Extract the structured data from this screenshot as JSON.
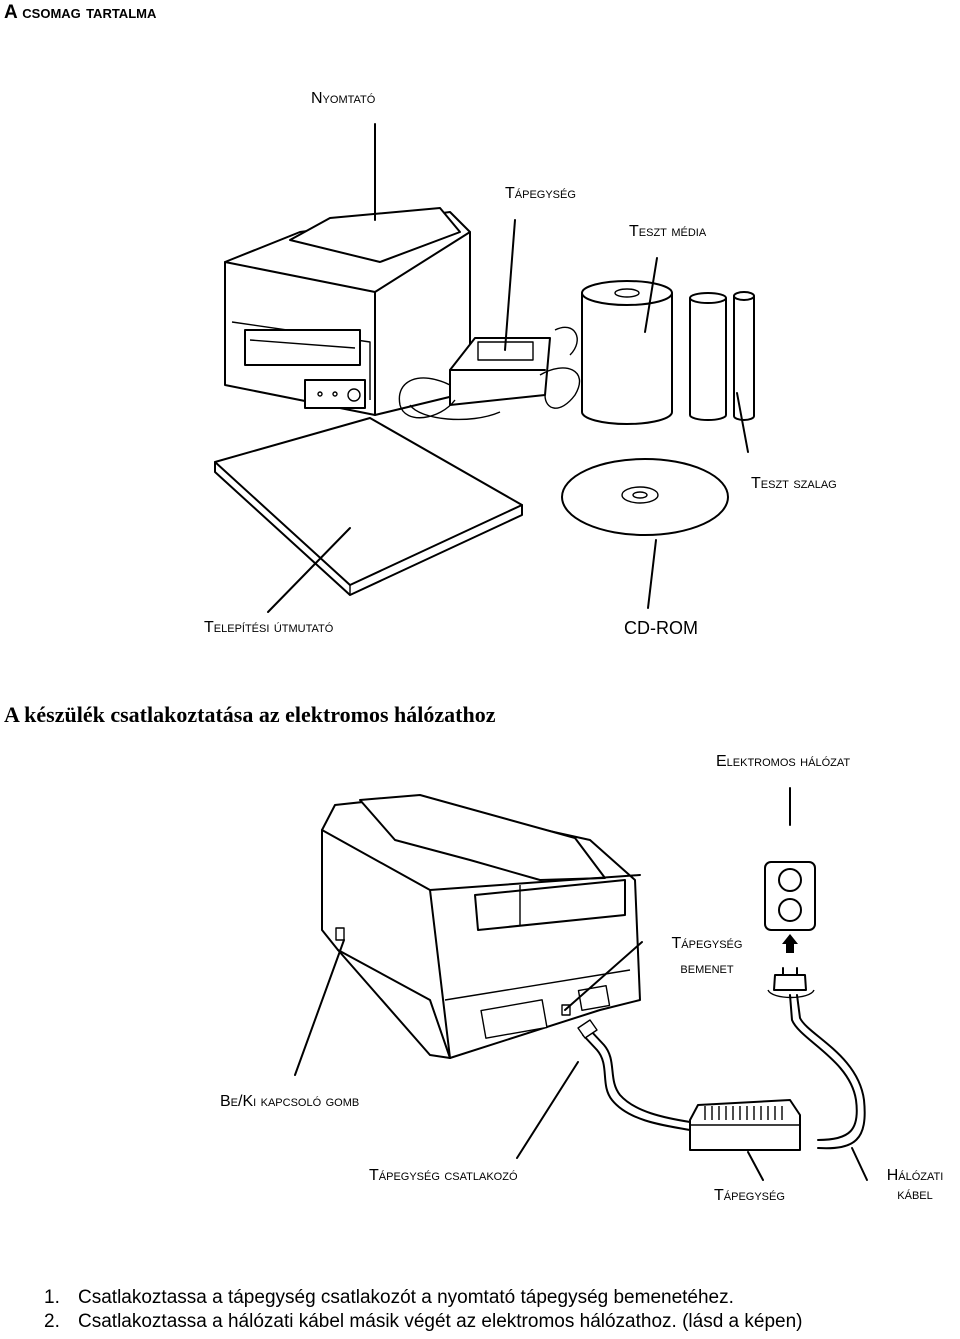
{
  "section1": {
    "title": "A csomag tartalma",
    "labels": {
      "printer": "Nyomtató",
      "power_supply": "Tápegység",
      "test_media": "Teszt média",
      "test_ribbon": "Teszt szalag",
      "install_guide": "Telepítési útmutató",
      "cdrom": "CD-ROM"
    }
  },
  "section2": {
    "title": "A készülék csatlakoztatása az elektromos hálózathoz",
    "labels": {
      "mains": "Elektromos hálózat",
      "power_input_line1": "Tápegység",
      "power_input_line2": "bemenet",
      "onoff_button": "Be/Ki kapcsoló gomb",
      "power_connector": "Tápegység csatlakozó",
      "power_supply": "Tápegység",
      "power_cable_line1": "Hálózati",
      "power_cable_line2": "kábel"
    }
  },
  "steps": [
    {
      "num": "1.",
      "text": "Csatlakoztassa a tápegység csatlakozót a nyomtató tápegység bemenetéhez."
    },
    {
      "num": "2.",
      "text": "Csatlakoztassa a hálózati kábel másik végét az elektromos hálózathoz. (lásd a képen)"
    }
  ]
}
